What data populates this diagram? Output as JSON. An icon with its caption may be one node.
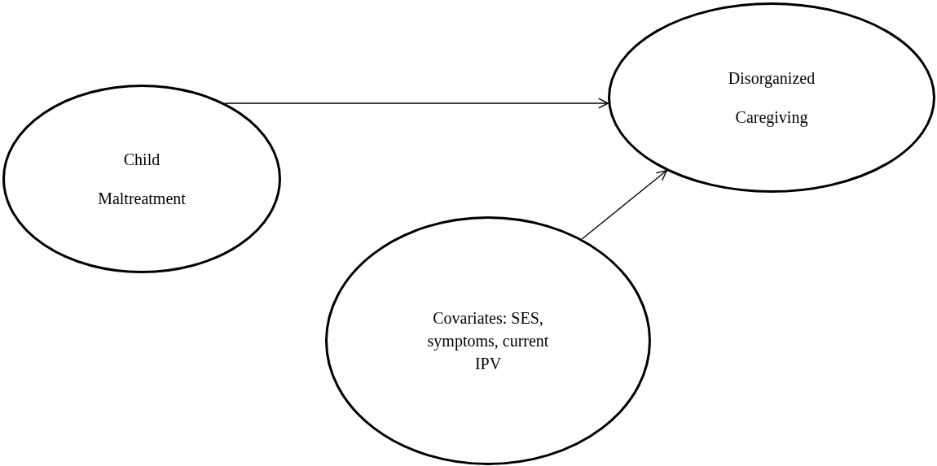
{
  "diagram": {
    "nodes": [
      {
        "text": [
          "Child Maltreatment"
        ]
      },
      {
        "text": [
          "Disorganized Caregiving"
        ]
      },
      {
        "text": [
          "Covariates: SES, symptoms, current IPV"
        ]
      }
    ],
    "edges": [
      {
        "from": 0,
        "to": 1,
        "arrow": "to"
      },
      {
        "from": 2,
        "to": 1,
        "arrow": "to"
      }
    ]
  }
}
